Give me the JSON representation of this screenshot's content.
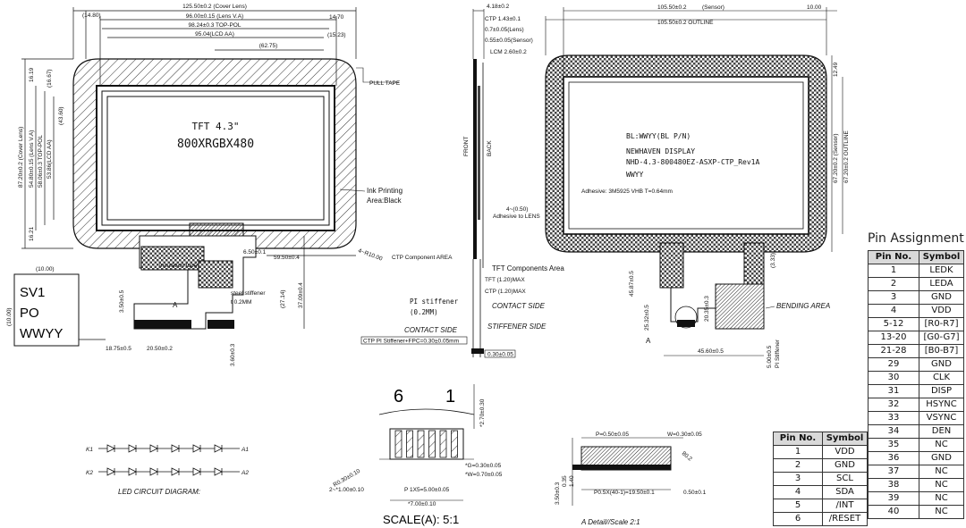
{
  "main_pins": {
    "header": [
      "Pin No.",
      "Symbol"
    ],
    "rows": [
      [
        "1",
        "LEDK"
      ],
      [
        "2",
        "LEDA"
      ],
      [
        "3",
        "GND"
      ],
      [
        "4",
        "VDD"
      ],
      [
        "5-12",
        "[R0-R7]"
      ],
      [
        "13-20",
        "[G0-G7]"
      ],
      [
        "21-28",
        "[B0-B7]"
      ],
      [
        "29",
        "GND"
      ],
      [
        "30",
        "CLK"
      ],
      [
        "31",
        "DISP"
      ],
      [
        "32",
        "HSYNC"
      ],
      [
        "33",
        "VSYNC"
      ],
      [
        "34",
        "DEN"
      ],
      [
        "35",
        "NC"
      ],
      [
        "36",
        "GND"
      ],
      [
        "37",
        "NC"
      ],
      [
        "38",
        "NC"
      ],
      [
        "39",
        "NC"
      ],
      [
        "40",
        "NC"
      ]
    ]
  },
  "ctp_pins": {
    "header": [
      "Pin No.",
      "Symbol"
    ],
    "rows": [
      [
        "1",
        "VDD"
      ],
      [
        "2",
        "GND"
      ],
      [
        "3",
        "SCL"
      ],
      [
        "4",
        "SDA"
      ],
      [
        "5",
        "/INT"
      ],
      [
        "6",
        "/RESET"
      ]
    ]
  },
  "labels": {
    "pin_assignment": "Pin Assignment",
    "tft_size": "TFT 4.3\"",
    "resolution": "800XRGBX480",
    "ink_printing": "Ink Printing",
    "ink_area": "Area:Black",
    "pull_tape": "PULL TAPE",
    "insulation_tape": "Insulation tape",
    "steel_stiffener": "steel stiffener",
    "steel_stiffener_t": "t 0.2MM",
    "front": "FRONT",
    "back": "BACK",
    "ctp_component_area": "CTP Component AREA",
    "tft_components_area": "TFT Components Area",
    "pi_stiffener": "PI stiffener",
    "pi_stiffener_t": "(0.2MM)",
    "contact_side_upper": "CONTACT SIDE",
    "contact_side_lower": "CONTACT SIDE",
    "stiffener_side": "STIFFENER SIDE",
    "bl_line": "BL:WWYY(BL P/N)",
    "newhaven": "NEWHAVEN DISPLAY",
    "part_no": "NHD-4.3-800480EZ-ASXP-CTP_Rev1A",
    "wwyy": "WWYY",
    "adhesive": "Adhesive: 3M5925 VHB T=0.64mm",
    "bending_area": "BENDING AREA",
    "sv1": "SV1",
    "po": "PO",
    "wwyy_label": "WWYY",
    "led_circuit": "LED CIRCUIT DIAGRAM:",
    "scale_a": "SCALE(A): 5:1",
    "a_detail": "A Detail//Scale 2:1",
    "ref_a1": "A",
    "ref_a2": "A",
    "k1": "K1",
    "k2": "K2",
    "a1": "A1",
    "a2": "A2",
    "pin6": "6",
    "pin1": "1"
  },
  "dims": {
    "d_125_50": "125.50±0.2 (Cover Lens)",
    "d_96_00": "96.00±0.15 (Lens V.A)",
    "d_98_24": "98.24±0.3 TOP-POL",
    "d_95_04": "95.04(LCD AA)",
    "d_62_75": "(62.75)",
    "d_14_80": "(14.80)",
    "d_14_70": "14.70",
    "d_15_23": "(15.23)",
    "d_87_20": "87.20±0.2 (Cover Lens)",
    "d_54_80": "54.80±0.15 (Lens V.A)",
    "d_58_06": "58.06±0.3 TOP-POL",
    "d_53_86": "53.86(LCD AA)",
    "d_16_19": "16.19",
    "d_16_67": "(16.67)",
    "d_43_60": "(43.60)",
    "d_16_21": "16.21",
    "d_6_50": "6.50±0.1",
    "d_59_50": "59.50±0.4",
    "d_27_14": "(27.14)",
    "d_37_09": "37.09±0.4",
    "d_10_00": "4~R10.00",
    "d_3_50": "3.50±0.5",
    "d_18_75": "18.75±0.5",
    "d_20_50": "20.50±0.2",
    "d_3_60": "3.60±0.3",
    "d_label_10_w": "(10.00)",
    "d_label_10_h": "(10.00)",
    "s_4_18": "4.18±0.2",
    "s_ctp": "CTP 1.43±0.1",
    "s_lens": "0.7±0.05(Lens)",
    "s_sensor": "0.55±0.05(Sensor)",
    "s_lcm": "LCM 2.60±0.2",
    "s_r050": "4~(0.50)",
    "s_adh_lens": "Adhesive to LENS",
    "s_tft": "TFT (1.20)MAX",
    "s_ctp_max": "CTP (1.20)MAX",
    "s_pi_stack": "CTP PI Stiffener+FPC=0.30±0.05mm",
    "s_0_30": "0.30±0.05",
    "r_105_sensor": "105.50±0.2",
    "r_sensor_tag": "(Sensor)",
    "r_10_00": "10.00",
    "r_105_outline": "105.50±0.2 OUTLINE",
    "r_12_49": "12.49",
    "r_67_sensor": "67.20±0.2 (Sensor)",
    "r_67_outline": "67.20±0.2 OUTLINE",
    "r_3_33": "(3.33)",
    "r_45_87": "45.87±0.5",
    "r_25_32": "25.32±0.5",
    "r_20_35": "20.35±0.3",
    "r_45_60": "45.60±0.5",
    "r_5_00": "5.00±0.5",
    "r_pi": "PI Stiffener",
    "c_2_70": "*2.70±0.30",
    "c_r030": "R0.30±0.10",
    "c_1_00": "2~*1.00±0.10",
    "c_p1x5": "P 1X5=5.00±0.05",
    "c_7_00": "*7.00±0.10",
    "c_g": "*G=0.30±0.05",
    "c_w": "*W=0.70±0.05",
    "a_p": "P=0.50±0.05",
    "a_w": "W=0.30±0.05",
    "a_p05": "P0.5X(40-1)=19.50±0.1",
    "a_050": "0.50±0.1",
    "a_30": "80.2",
    "a_3_50": "3.50±0.3",
    "a_0_35": "0.35",
    "a_1_40": "1.40"
  }
}
